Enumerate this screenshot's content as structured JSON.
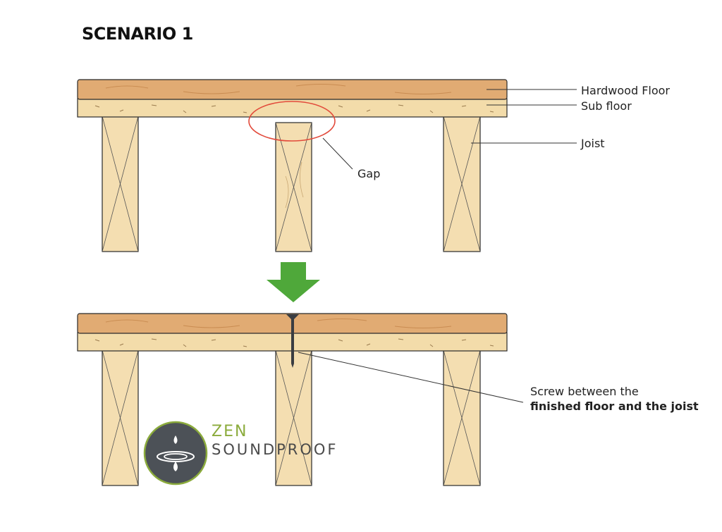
{
  "title": "SCENARIO 1",
  "labels": {
    "hardwood_floor": "Hardwood Floor",
    "sub_floor": "Sub floor",
    "joist": "Joist",
    "gap": "Gap",
    "screw_line1": "Screw between the",
    "screw_line2": "finished floor and the joist"
  },
  "logo": {
    "word1": "ZEN",
    "word2": "SOUNDPROOF"
  },
  "colors": {
    "hardwood": "#e1ab73",
    "subfloor": "#f3dcaa",
    "joist": "#f4deb1",
    "gap_ellipse": "#e24a3b",
    "arrow": "#4fa83a",
    "logo_circle": "#4c5157",
    "logo_zen": "#8bab3c",
    "outline": "#2a2a2a"
  }
}
